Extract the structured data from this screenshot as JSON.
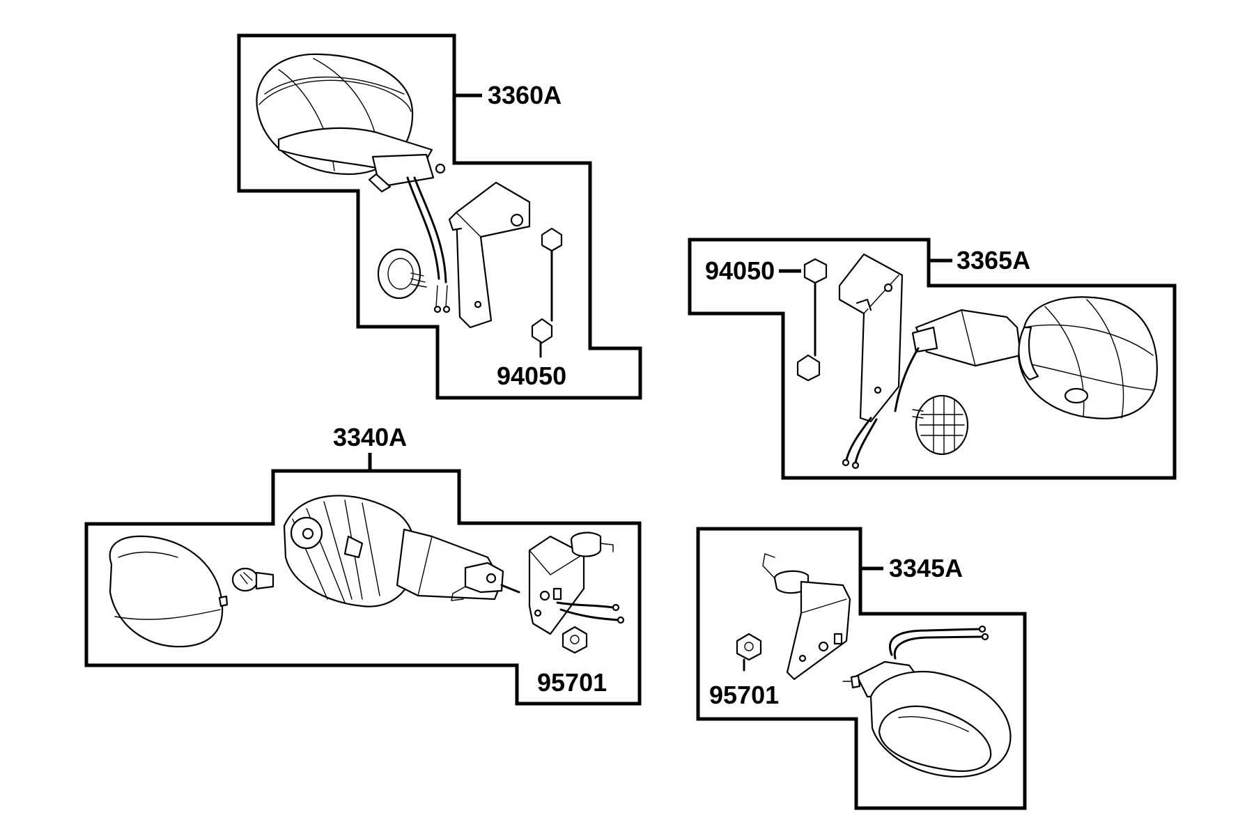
{
  "groups": [
    {
      "id": "group-3360A",
      "code": "3360A",
      "hardware": "94050"
    },
    {
      "id": "group-3365A",
      "code": "3365A",
      "hardware": "94050"
    },
    {
      "id": "group-3340A",
      "code": "3340A",
      "hardware": "95701"
    },
    {
      "id": "group-3345A",
      "code": "3345A",
      "hardware": "95701"
    }
  ]
}
